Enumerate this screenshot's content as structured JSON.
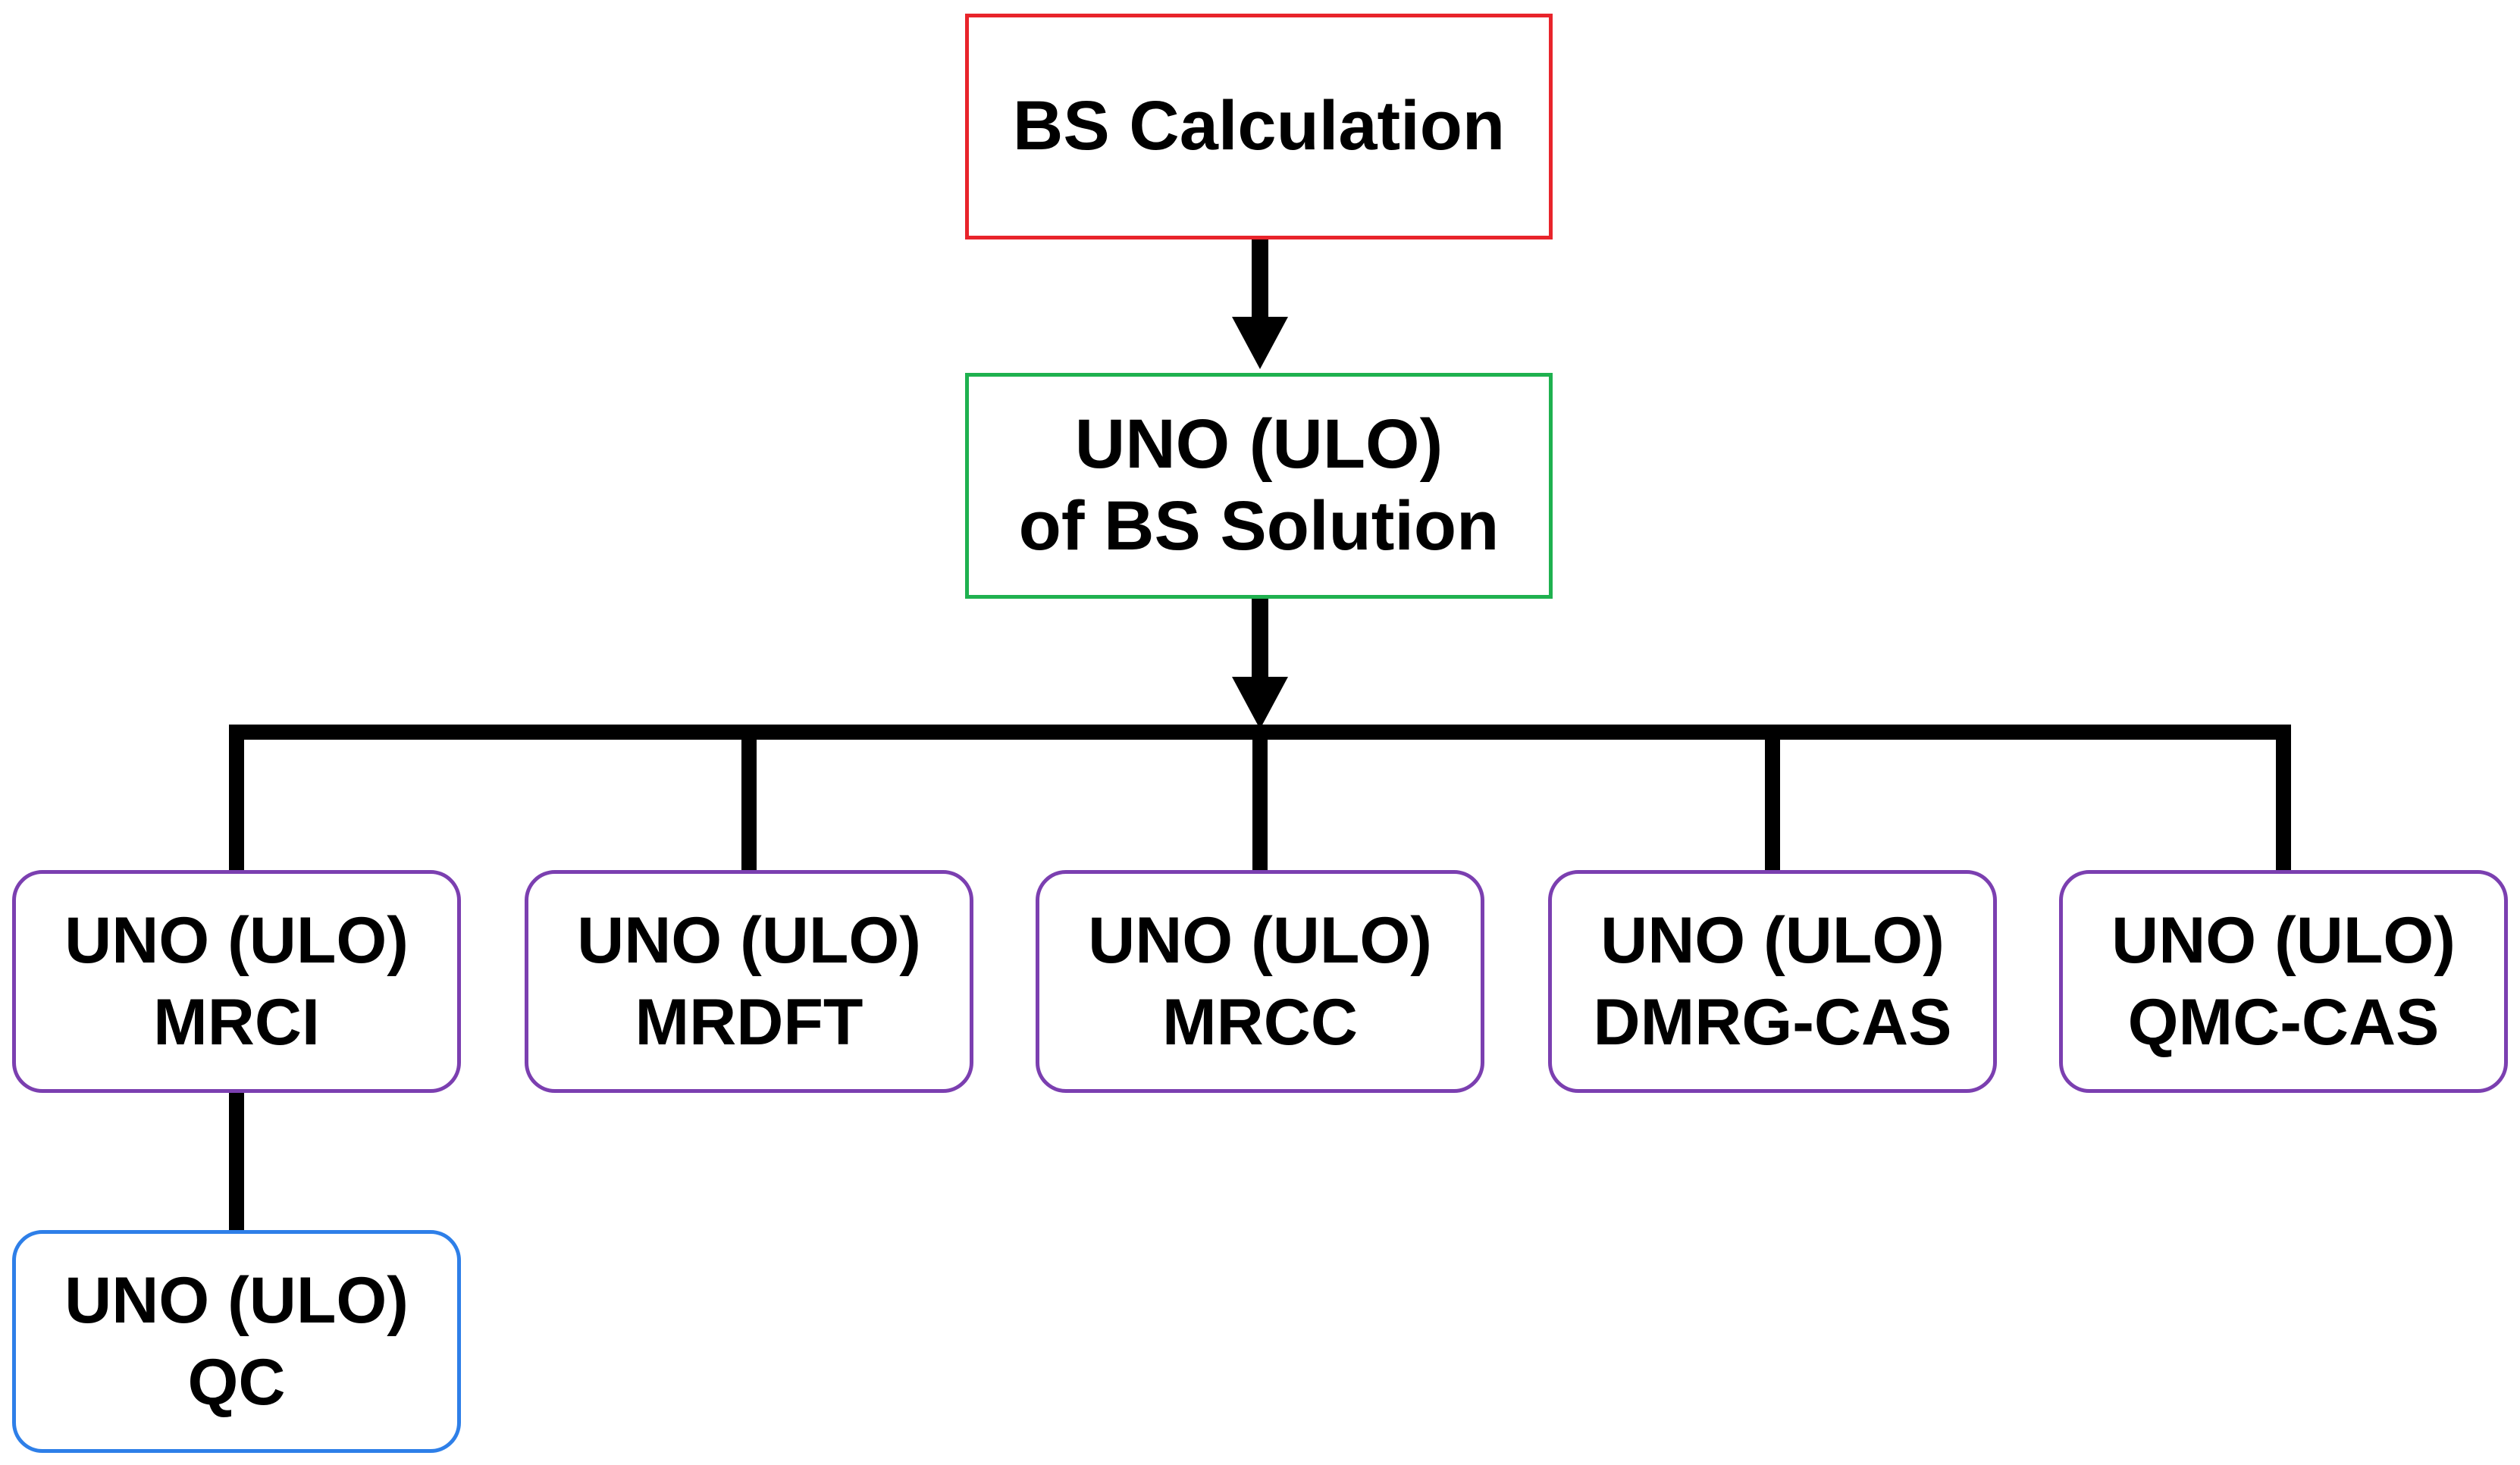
{
  "colors": {
    "root_border": "#e8242b",
    "intermediate_border": "#1fb14f",
    "method_border": "#7b3fb0",
    "leaf_border": "#2e7fe8",
    "connector": "#000000"
  },
  "nodes": {
    "bs_calculation": {
      "lines": [
        "BS Calculation"
      ]
    },
    "uno_bs_solution": {
      "lines": [
        "UNO (ULO)",
        "of BS Solution"
      ]
    },
    "mrci": {
      "lines": [
        "UNO (ULO)",
        "MRCI"
      ]
    },
    "mrdft": {
      "lines": [
        "UNO (ULO)",
        "MRDFT"
      ]
    },
    "mrcc": {
      "lines": [
        "UNO (ULO)",
        "MRCC"
      ]
    },
    "dmrg_cas": {
      "lines": [
        "UNO (ULO)",
        "DMRG-CAS"
      ]
    },
    "qmc_cas": {
      "lines": [
        "UNO (ULO)",
        "QMC-CAS"
      ]
    },
    "qc": {
      "lines": [
        "UNO (ULO)",
        "QC"
      ]
    }
  }
}
